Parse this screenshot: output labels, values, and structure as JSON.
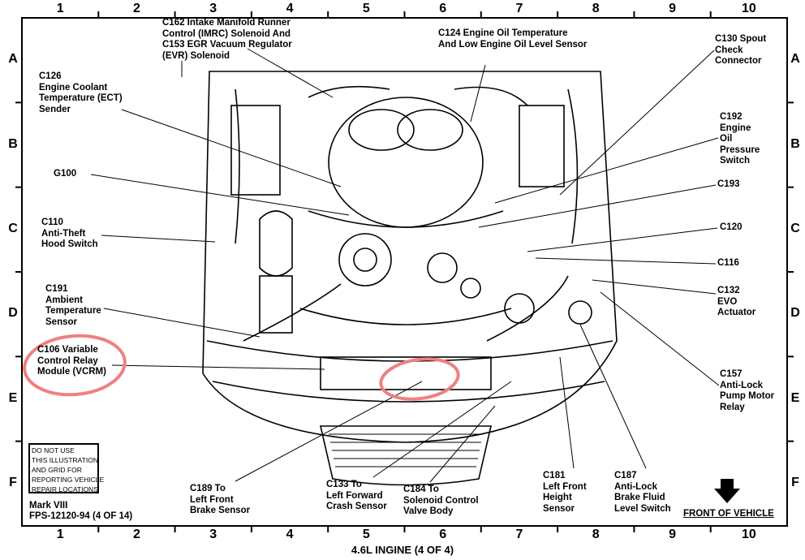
{
  "grid": {
    "columns": [
      "1",
      "2",
      "3",
      "4",
      "5",
      "6",
      "7",
      "8",
      "9",
      "10"
    ],
    "rows": [
      "A",
      "B",
      "C",
      "D",
      "E",
      "F"
    ]
  },
  "labels": {
    "c162": "C162 Intake Manifold Runner\nControl (IMRC) Solenoid And\nC153 EGR Vacuum Regulator\n(EVR) Solenoid",
    "c124": "C124 Engine Oil Temperature\nAnd Low Engine Oil Level Sensor",
    "c130": "C130 Spout\nCheck\nConnector",
    "c126": "C126\nEngine Coolant\nTemperature (ECT)\nSender",
    "c192": "C192\nEngine\nOil\nPressure\nSwitch",
    "g100": "G100",
    "c193": "C193",
    "c110": "C110\nAnti-Theft\nHood Switch",
    "c120": "C120",
    "c116": "C116",
    "c132": "C132\nEVO\nActuator",
    "c191": "C191\nAmbient\nTemperature\nSensor",
    "c106": "C106 Variable\nControl Relay\nModule (VCRM)",
    "c157": "C157\nAnti-Lock\nPump Motor\nRelay",
    "c189": "C189 To\nLeft Front\nBrake Sensor",
    "c133": "C133 To\nLeft Forward\nCrash Sensor",
    "c184": "C184 To\nSolenoid Control\nValve Body",
    "c181": "C181\nLeft Front\nHeight\nSensor",
    "c187": "C187\nAnti-Lock\nBrake Fluid\nLevel Switch"
  },
  "warning": "DO NOT USE\nTHIS ILLUSTRATION\nAND GRID FOR\nREPORTING VEHICLE\nREPAIR LOCATIONS",
  "model": "Mark VIII",
  "figure_code": "FPS-12120-94 (4 OF 14)",
  "front_label": "FRONT OF VEHICLE",
  "title": "4.6L INGINE (4 OF 4)",
  "colors": {
    "highlight": "#f08080"
  }
}
